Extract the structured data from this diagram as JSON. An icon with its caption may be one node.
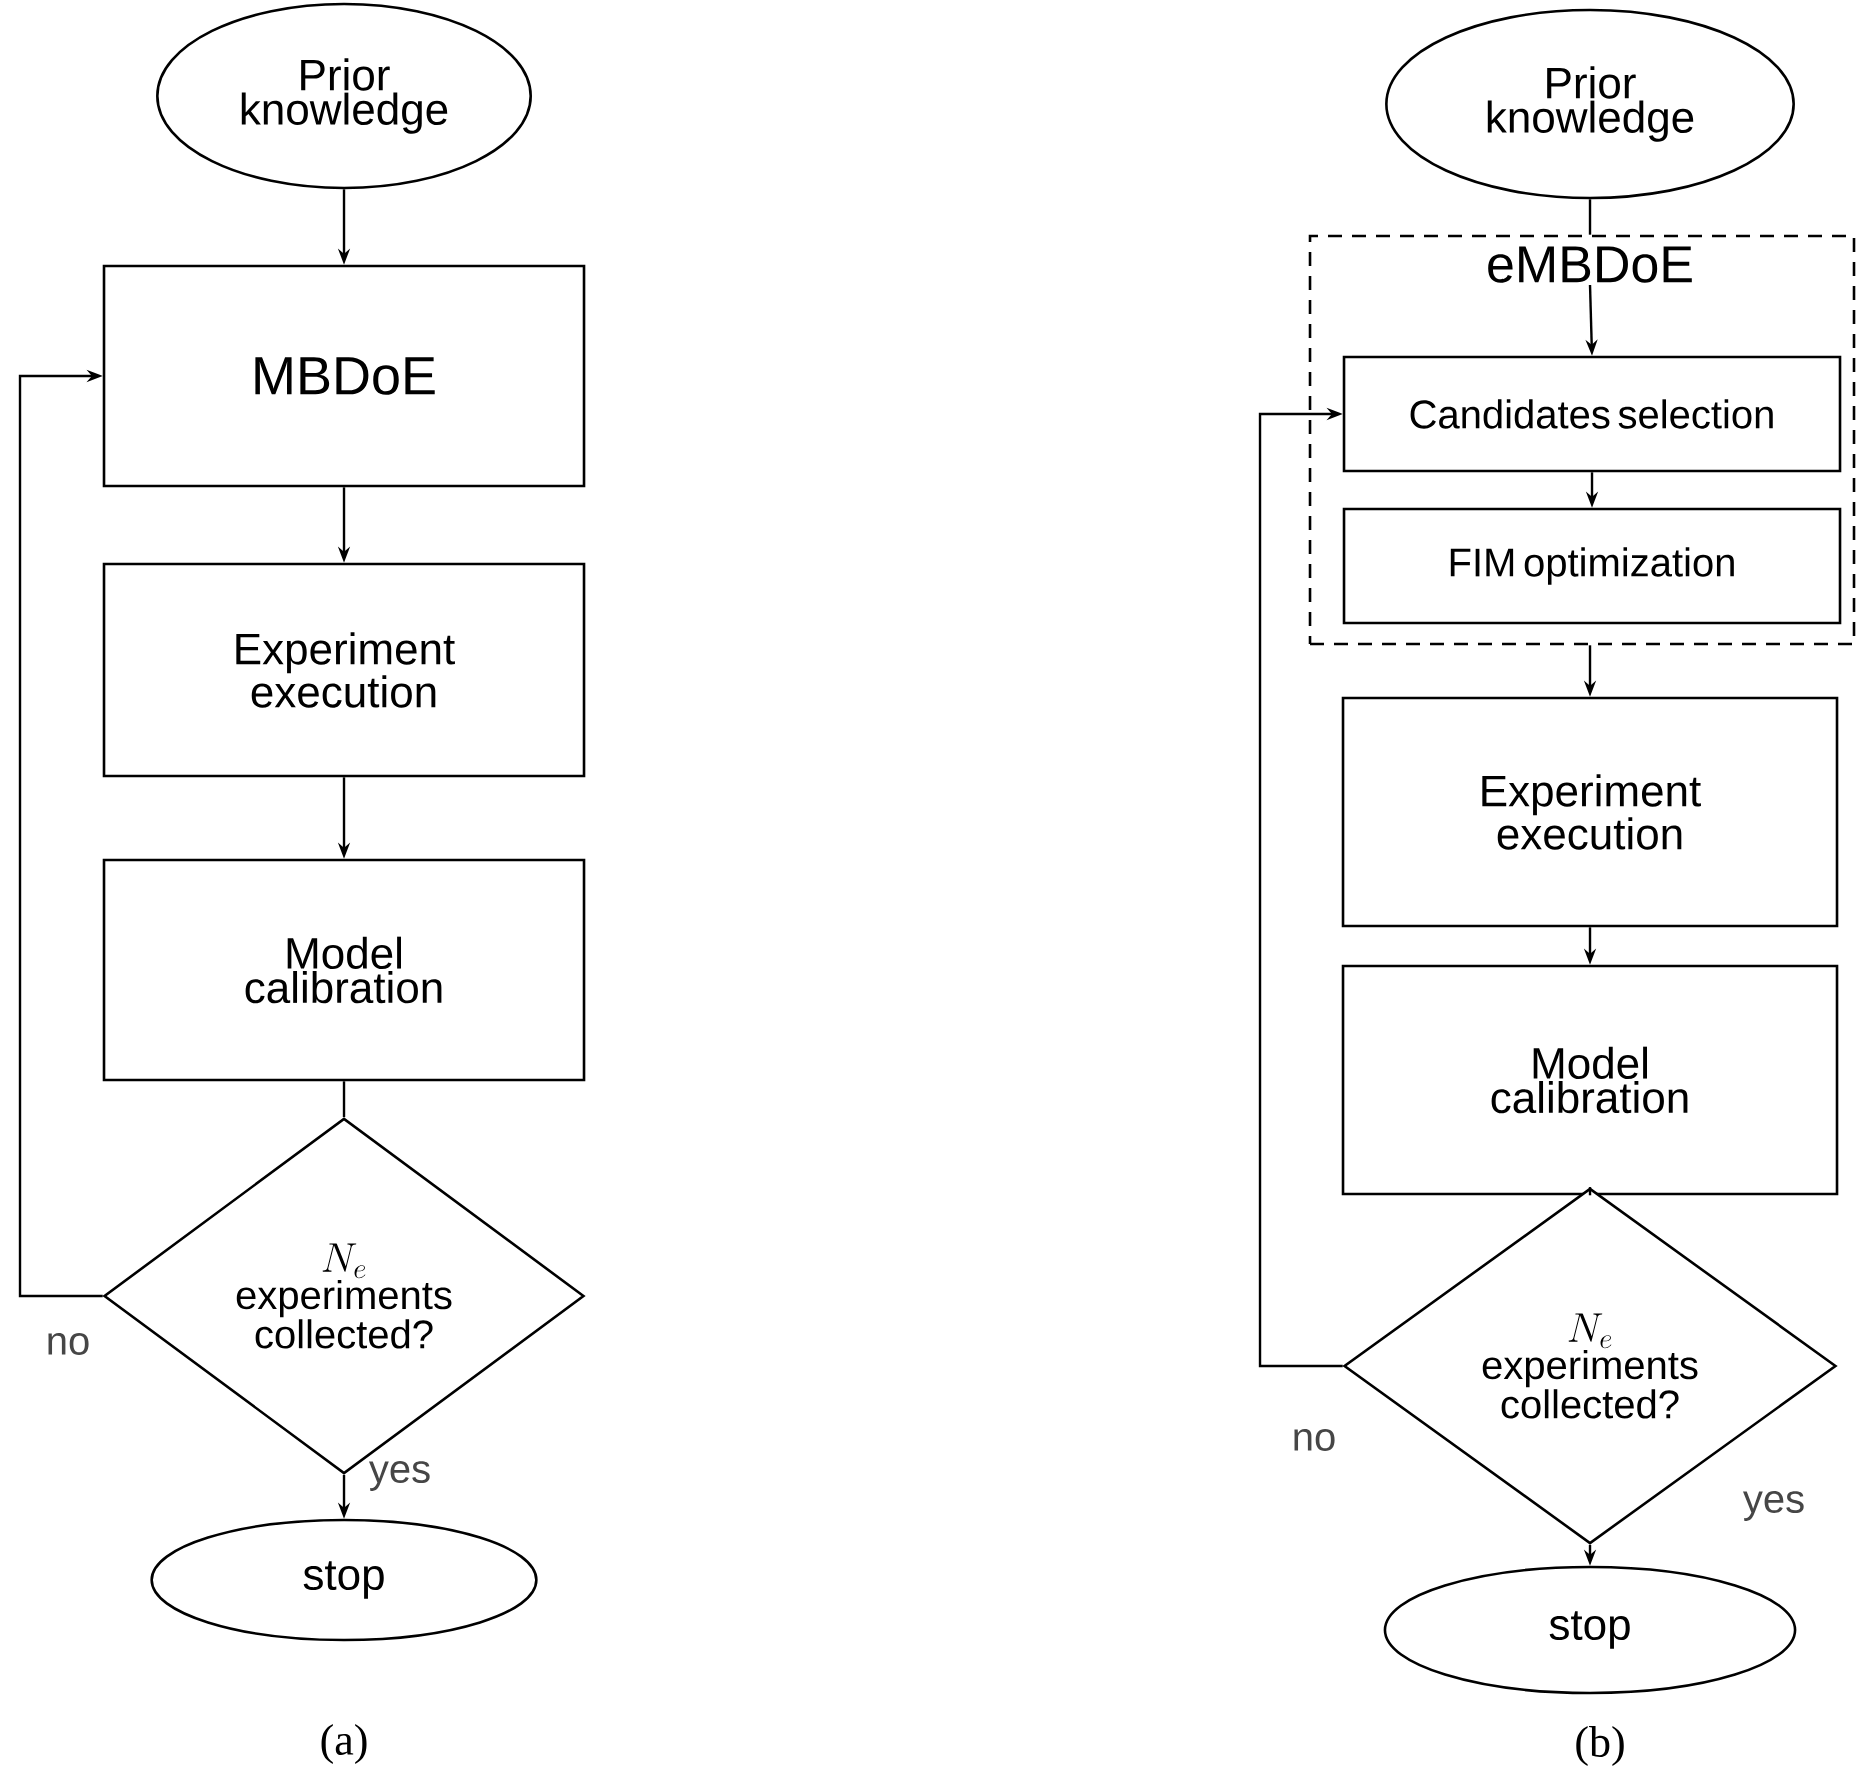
{
  "diagram": {
    "nodes": [
      {
        "text": [
          "Prior knowledge"
        ]
      },
      {
        "text": [
          "MBDoE"
        ]
      },
      {
        "text": [
          "Experiment execution"
        ]
      },
      {
        "text": [
          "Model calibration"
        ]
      },
      {
        "text": [
          "N_e",
          "experiments collected?"
        ]
      },
      {
        "text": [
          "stop"
        ]
      },
      {
        "text": [
          "Prior knowledge"
        ]
      },
      {
        "text": [
          "eMBDoE"
        ]
      },
      {
        "text": [
          "Candidates selection"
        ],
        "in": 7
      },
      {
        "text": [
          "FIM optimization"
        ],
        "in": 7
      },
      {
        "text": [
          "Experiment execution"
        ]
      },
      {
        "text": [
          "Model calibration"
        ]
      },
      {
        "text": [
          "N_e",
          "experiments collected?"
        ]
      },
      {
        "text": [
          "stop"
        ]
      }
    ],
    "edges": [
      {
        "from": 0,
        "to": 1,
        "arrow": "to"
      },
      {
        "from": 1,
        "to": 2,
        "arrow": "to"
      },
      {
        "from": 2,
        "to": 3,
        "arrow": "to"
      },
      {
        "from": 3,
        "to": 4,
        "arrow": "none"
      },
      {
        "from": 4,
        "to": 5,
        "arrow": "to",
        "label": "yes"
      },
      {
        "from": 4,
        "to": 1,
        "arrow": "to",
        "label": "no"
      },
      {
        "from": 6,
        "to": 7,
        "arrow": "none"
      },
      {
        "from": 7,
        "to": 8,
        "arrow": "to"
      },
      {
        "from": 8,
        "to": 9,
        "arrow": "to"
      },
      {
        "from": 7,
        "to": 10,
        "arrow": "to"
      },
      {
        "from": 10,
        "to": 11,
        "arrow": "to"
      },
      {
        "from": 11,
        "to": 12,
        "arrow": "none"
      },
      {
        "from": 12,
        "to": 13,
        "arrow": "to",
        "label": "yes"
      },
      {
        "from": 12,
        "to": 8,
        "arrow": "to",
        "label": "no"
      }
    ],
    "labels": [
      "(a)",
      "(b)"
    ]
  }
}
